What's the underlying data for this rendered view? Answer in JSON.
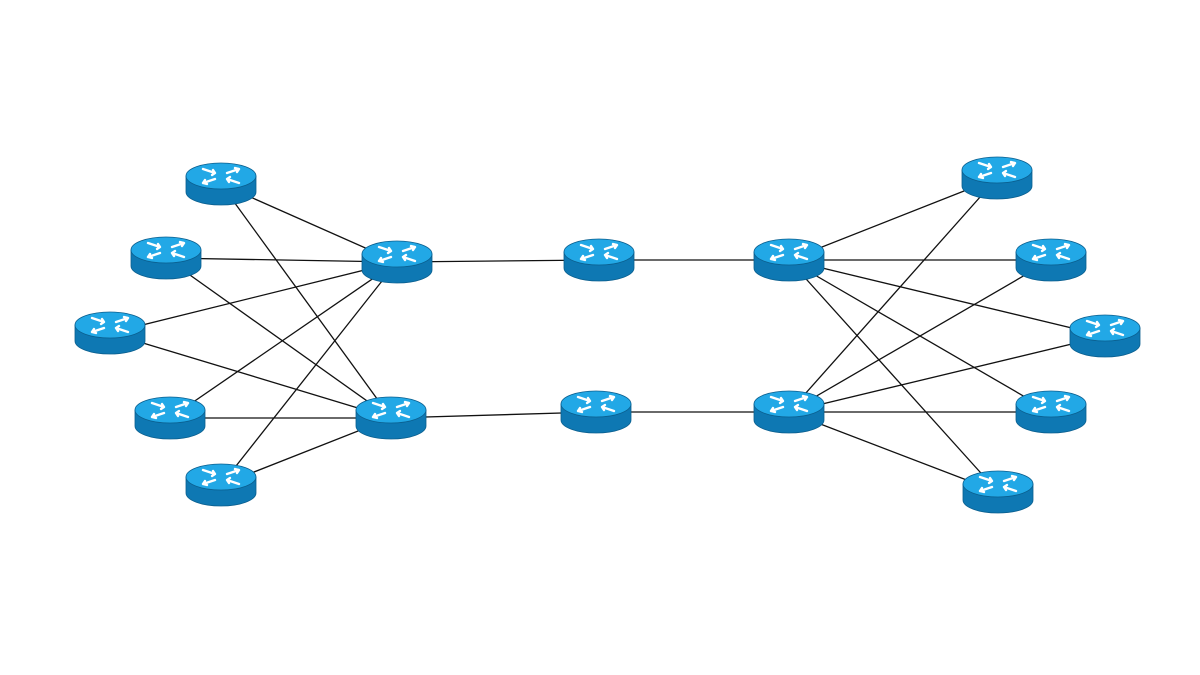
{
  "diagram": {
    "type": "network-topology",
    "node_icon": "router-icon",
    "colors": {
      "router_top": "#22a8e6",
      "router_side": "#0e78b3",
      "router_edge": "#0a5f8f",
      "router_arrow": "#ffffff",
      "link": "#111111",
      "background": "#ffffff"
    },
    "nodes": [
      {
        "id": "L1",
        "group": "left-leaf"
      },
      {
        "id": "L2",
        "group": "left-leaf"
      },
      {
        "id": "L3",
        "group": "left-leaf"
      },
      {
        "id": "L4",
        "group": "left-leaf"
      },
      {
        "id": "L5",
        "group": "left-leaf"
      },
      {
        "id": "LA",
        "group": "left-aggregation"
      },
      {
        "id": "LB",
        "group": "left-aggregation"
      },
      {
        "id": "MA",
        "group": "middle"
      },
      {
        "id": "MB",
        "group": "middle"
      },
      {
        "id": "RA",
        "group": "right-aggregation"
      },
      {
        "id": "RB",
        "group": "right-aggregation"
      },
      {
        "id": "R1",
        "group": "right-leaf"
      },
      {
        "id": "R2",
        "group": "right-leaf"
      },
      {
        "id": "R3",
        "group": "right-leaf"
      },
      {
        "id": "R4",
        "group": "right-leaf"
      },
      {
        "id": "R5",
        "group": "right-leaf"
      }
    ],
    "links": [
      [
        "L1",
        "LA"
      ],
      [
        "L1",
        "LB"
      ],
      [
        "L2",
        "LA"
      ],
      [
        "L2",
        "LB"
      ],
      [
        "L3",
        "LA"
      ],
      [
        "L3",
        "LB"
      ],
      [
        "L4",
        "LA"
      ],
      [
        "L4",
        "LB"
      ],
      [
        "L5",
        "LA"
      ],
      [
        "L5",
        "LB"
      ],
      [
        "LA",
        "MA"
      ],
      [
        "MA",
        "RA"
      ],
      [
        "LB",
        "MB"
      ],
      [
        "MB",
        "RB"
      ],
      [
        "RA",
        "R1"
      ],
      [
        "RA",
        "R2"
      ],
      [
        "RA",
        "R3"
      ],
      [
        "RA",
        "R4"
      ],
      [
        "RA",
        "R5"
      ],
      [
        "RB",
        "R1"
      ],
      [
        "RB",
        "R2"
      ],
      [
        "RB",
        "R3"
      ],
      [
        "RB",
        "R4"
      ],
      [
        "RB",
        "R5"
      ]
    ]
  }
}
